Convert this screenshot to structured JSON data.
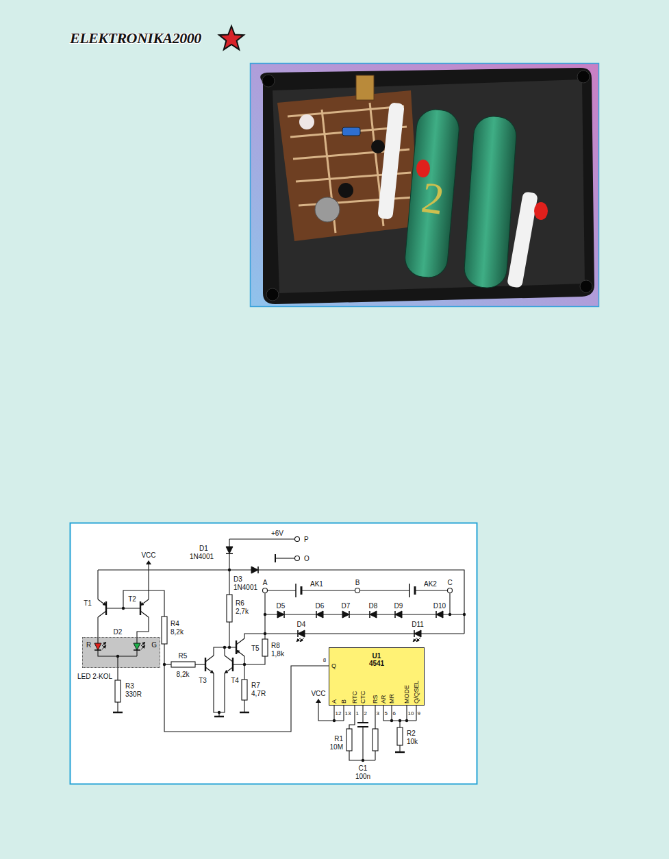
{
  "diagram": {
    "nodes": [
      {
        "text": [
          "R",
          "G"
        ]
      },
      {
        "text": [
          "U1 4541"
        ]
      }
    ],
    "labels": [
      "ELEKTRONIKA2000",
      "2",
      "+6V",
      "P",
      "O",
      "D1",
      "1N4001",
      "VCC",
      "D3",
      "1N4001",
      "A",
      "AK1",
      "B",
      "AK2",
      "C",
      "R6",
      "2,7k",
      "D5",
      "D6",
      "D7",
      "D8",
      "D9",
      "D10",
      "T1",
      "T2",
      "D2",
      "D4",
      "D11",
      "R4",
      "8,2k",
      "T5",
      "R8",
      "1,8k",
      "R5",
      "8,2k",
      "T3",
      "T4",
      "R7",
      "4,7R",
      "LED 2-KOL",
      "R3",
      "330R",
      "8",
      "Q",
      "VCC",
      "A",
      "B",
      "RTC",
      "CTC",
      "RS",
      "AR",
      "MR",
      "MODE",
      "Q/QSEL",
      "12",
      "13",
      "1",
      "2",
      "3",
      "5",
      "6",
      "10",
      "9",
      "R1",
      "10M",
      "R2",
      "10k",
      "C1",
      "100n"
    ]
  }
}
